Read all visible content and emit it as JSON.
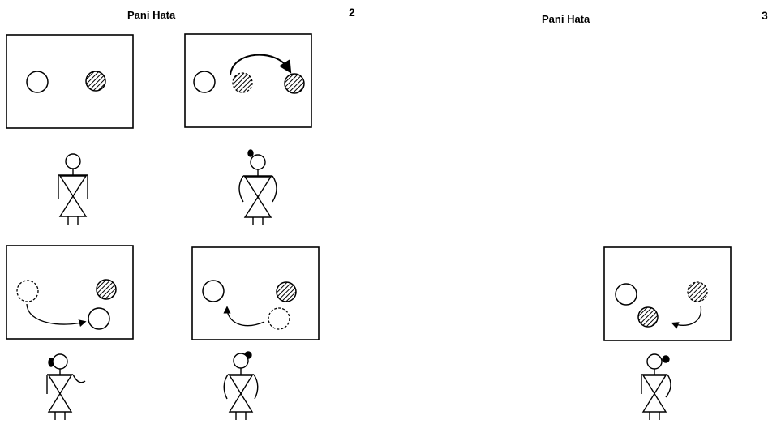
{
  "header_left": {
    "title": "Pani Hata",
    "page_number": "2"
  },
  "header_right": {
    "title": "Pani Hata",
    "page_number": "3"
  },
  "panels": [
    {
      "id": "panel-1",
      "figure": "figure-no-hair-bun",
      "ball_moved": false,
      "arrow": "none"
    },
    {
      "id": "panel-2",
      "figure": "figure-with-hair-bun",
      "ball_moved": true,
      "arrow": "bold-arc-right"
    },
    {
      "id": "panel-3",
      "figure": "figure-with-hair-bun-left",
      "ball_moved": true,
      "arrow": "curve-down-right"
    },
    {
      "id": "panel-4",
      "figure": "figure-with-hair-bun-right",
      "ball_moved": true,
      "arrow": "curve-up-left"
    },
    {
      "id": "panel-5",
      "figure": "figure-with-hair-bun-right",
      "ball_moved": true,
      "arrow": "curve-left"
    }
  ],
  "colors": {
    "ink": "#000000",
    "paper": "#ffffff"
  }
}
